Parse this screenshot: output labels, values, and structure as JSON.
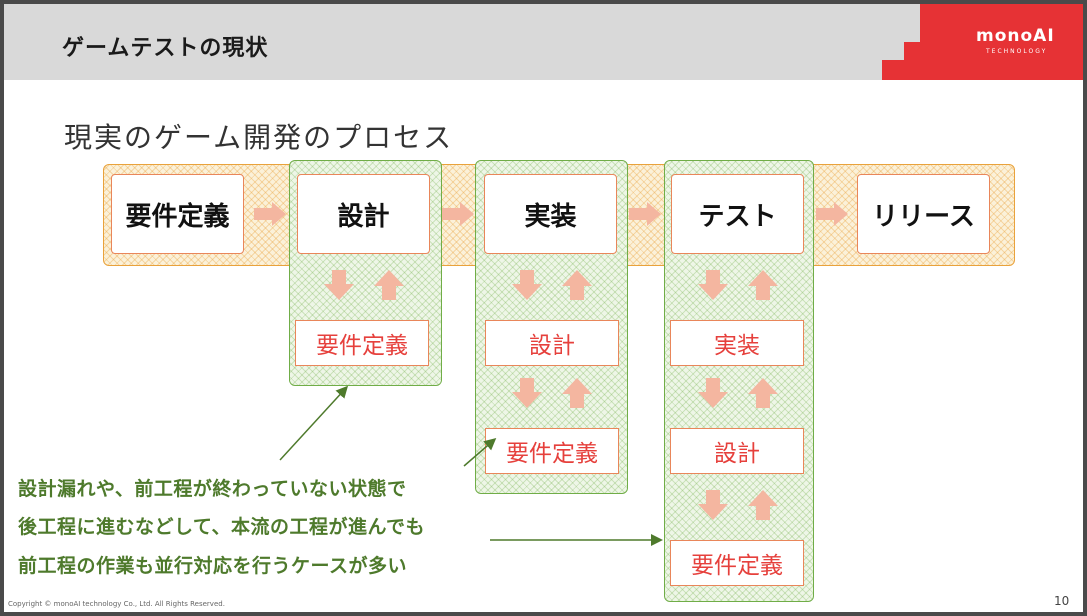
{
  "header": {
    "title": "ゲームテストの現状",
    "logo_text": "monoAI",
    "logo_sub": "TECHNOLOGY"
  },
  "subtitle": "現実のゲーム開発のプロセス",
  "process": {
    "main": [
      "要件定義",
      "設計",
      "実装",
      "テスト",
      "リリース"
    ],
    "col_design": [
      "要件定義"
    ],
    "col_impl": [
      "設計",
      "要件定義"
    ],
    "col_test": [
      "実装",
      "設計",
      "要件定義"
    ]
  },
  "note": {
    "line1": "設計漏れや、前工程が終わっていない状態で",
    "line2": "後工程に進むなどして、本流の工程が進んでも",
    "line3": "前工程の作業も並行対応を行うケースが多い"
  },
  "footer": {
    "copyright": "Copyright © monoAI technology Co., Ltd. All Rights Reserved.",
    "page": "10"
  },
  "colors": {
    "accent_red": "#e63235",
    "orange_border": "#e9a23b",
    "green_border": "#70ad47",
    "arrow_fill": "#f4b6a0",
    "sub_text": "#e6403c",
    "note_text": "#4e7a2c"
  }
}
